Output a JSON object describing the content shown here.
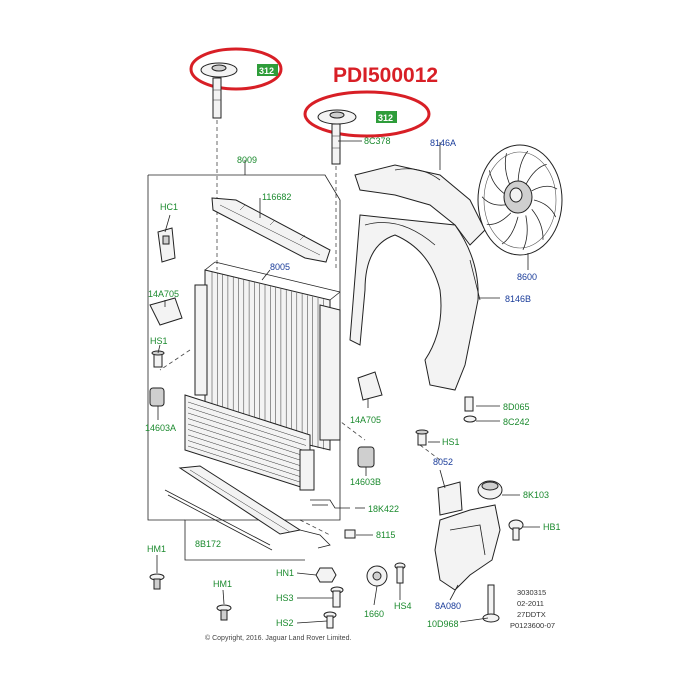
{
  "title": "PDI500012",
  "badge": "312",
  "copyright": "© Copyright, 2016. Jaguar Land Rover Limited.",
  "ref": [
    "3030315",
    "02-2011",
    "27DDTX",
    "P0123600-07"
  ],
  "labels": {
    "p8C378": "8C378",
    "p8009": "8009",
    "p8146A": "8146A",
    "pHC1": "HC1",
    "p116682": "116682",
    "p8005": "8005",
    "p8600": "8600",
    "p14A705a": "14A705",
    "p8146B": "8146B",
    "pHS1a": "HS1",
    "p8D065": "8D065",
    "p8C242": "8C242",
    "p14603A": "14603A",
    "p14A705b": "14A705",
    "pHS1b": "HS1",
    "p8052": "8052",
    "p14603B": "14603B",
    "p8K103": "8K103",
    "p18K422": "18K422",
    "pHB1": "HB1",
    "p8115": "8115",
    "pHM1a": "HM1",
    "p8B172": "8B172",
    "pHN1": "HN1",
    "pHM1b": "HM1",
    "pHS3": "HS3",
    "pHS4": "HS4",
    "p1660": "1660",
    "p8A080": "8A080",
    "pHS2": "HS2",
    "p10D968": "10D968"
  },
  "colors": {
    "highlight_ring": "#d81f26",
    "part_number_green": "#1b8a2e",
    "part_number_blue": "#1a3c9a",
    "badge_green": "#2e9d3a"
  }
}
